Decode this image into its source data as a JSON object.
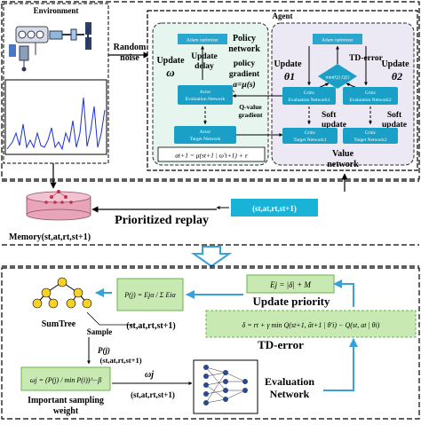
{
  "environment": {
    "title": "Environment"
  },
  "random_noise": {
    "line1": "Random",
    "line2": "noise"
  },
  "agent": {
    "title": "Agent",
    "adam_left": "Adam optimizer",
    "adam_right": "Adam optimizer",
    "policy_network": {
      "line1": "Policy",
      "line2": "network"
    },
    "policy_gradient": {
      "line1": "policy",
      "line2": "gradient"
    },
    "update_omega": {
      "word": "Update",
      "sym": "ω"
    },
    "update_delay": {
      "line1": "Update",
      "line2": "delay"
    },
    "mu_formula": "a=μ(s)",
    "actor_eval": {
      "line1": "Actor",
      "line2": "Evaluation Network"
    },
    "q_value_gradient": {
      "line1": "Q-value",
      "line2": "gradient"
    },
    "actor_target": {
      "line1": "Actor",
      "line2": "Target Network"
    },
    "action_formula": "at+1 = μ(st+1 | ω't+1) + ε",
    "td_error": "TD-error",
    "min_q": "min(Q1,Q2)",
    "update_theta1": {
      "word": "Update",
      "sym": "θ1"
    },
    "update_theta2": {
      "word": "Update",
      "sym": "θ2"
    },
    "critic_eval1": {
      "line1": "Critic",
      "line2": "Evaluation Network1"
    },
    "critic_eval2": {
      "line1": "Critic",
      "line2": "Evaluation Network2"
    },
    "soft_update_1": {
      "line1": "Soft",
      "line2": "update"
    },
    "soft_update_2": {
      "line1": "Soft",
      "line2": "update"
    },
    "critic_target1": {
      "line1": "Critic",
      "line2": "Target Network1"
    },
    "critic_target2": {
      "line1": "Critic",
      "line2": "Target Network2"
    },
    "value_network": {
      "line1": "Value",
      "line2": "network"
    }
  },
  "prioritized_replay": "Prioritized replay",
  "memory_label": "Memory(st,at,rt,st+1)",
  "transition_box": "(st,at,rt,st+1)",
  "bottom": {
    "sumtree": "SumTree",
    "sample": "Sample",
    "p_formula": "P(j) = Ejα / Σ Eiα",
    "sample_tuple": "(st,at,rt,st+1)",
    "update_priority": "Update priority",
    "priority_formula": "Ej = |δ| + M",
    "td_formula": "δ = rt + γ min Q(st+1, ãt+1 | θ'i) − Q(st, at | θi)",
    "td_error": "TD-error",
    "pj_label": "P(j)",
    "pj_tuple": "(st,at,rt,st+1)",
    "omega_formula": "ωj = (P(j) / min P(i))^−β",
    "important_sampling": {
      "line1": "Important sampling",
      "line2": "weight"
    },
    "omega_arrow_label": "ωj",
    "omega_tuple": "(st,at,rt,st+1)",
    "eval_network": {
      "line1": "Evaluation",
      "line2": "Network"
    }
  },
  "colors": {
    "agent_left": "#e6f5ee",
    "agent_right": "#ece8f4",
    "network_box": "#1aa0c6",
    "adam_box": "#2aa6cf",
    "formula_green": "#c8eab2",
    "formula_border": "#6ab04c",
    "replay_cyan": "#1ab3d8",
    "arrow_blue": "#3aa0d8",
    "memory_pink": "#e8a4b8"
  }
}
